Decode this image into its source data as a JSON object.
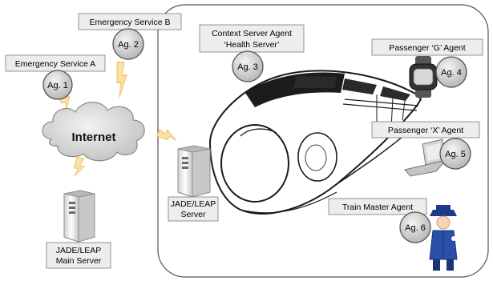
{
  "network": {
    "cloud_label": "Internet",
    "main_server_line1": "JADE/LEAP",
    "main_server_line2": "Main Server",
    "server_line1": "JADE/LEAP",
    "server_line2": "Server"
  },
  "labels": {
    "emergency_a": "Emergency Service A",
    "emergency_b": "Emergency Service B",
    "context_line1": "Context Server Agent",
    "context_line2": "‘Health Server’",
    "passenger_g": "Passenger ‘G’ Agent",
    "passenger_x": "Passenger ‘X’ Agent",
    "train_master": "Train Master Agent"
  },
  "agents": {
    "ag1": "Ag. 1",
    "ag2": "Ag. 2",
    "ag3": "Ag. 3",
    "ag4": "Ag. 4",
    "ag5": "Ag. 5",
    "ag6": "Ag. 6"
  },
  "colors": {
    "label_box_fill": "#ededed",
    "agent_circle_fill": "#cfcfcf",
    "bolt_fill": "#fbe1a8",
    "bolt_stroke": "#f2c46a",
    "cloud_fill": "#d9d9d9",
    "train_window": "#1c1c1c"
  }
}
